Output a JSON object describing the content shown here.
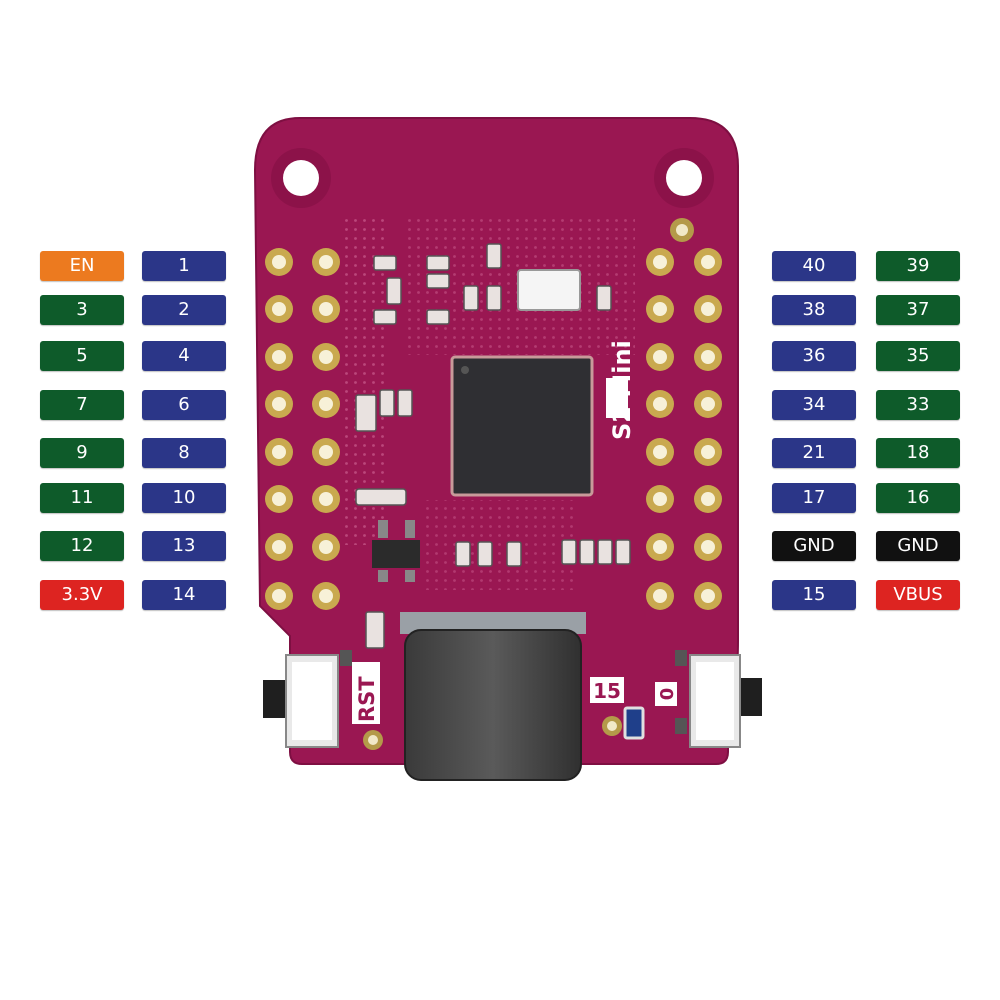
{
  "board": {
    "model_label": "S2 Mini",
    "button_left_label": "RST",
    "button_right_label": "0",
    "led_label": "15",
    "pcb_color": "#9a1752",
    "pcb_edge_color": "#7e0f42"
  },
  "colors": {
    "blue": "#2b3688",
    "green": "#0e5b2a",
    "orange": "#ec7a1f",
    "red": "#dd2421",
    "black": "#111111"
  },
  "pin_rows": [
    {
      "left_outer": {
        "text": "EN",
        "color": "orange"
      },
      "left_inner": {
        "text": "1",
        "color": "blue"
      },
      "right_inner": {
        "text": "40",
        "color": "blue"
      },
      "right_outer": {
        "text": "39",
        "color": "green"
      }
    },
    {
      "left_outer": {
        "text": "3",
        "color": "green"
      },
      "left_inner": {
        "text": "2",
        "color": "blue"
      },
      "right_inner": {
        "text": "38",
        "color": "blue"
      },
      "right_outer": {
        "text": "37",
        "color": "green"
      }
    },
    {
      "left_outer": {
        "text": "5",
        "color": "green"
      },
      "left_inner": {
        "text": "4",
        "color": "blue"
      },
      "right_inner": {
        "text": "36",
        "color": "blue"
      },
      "right_outer": {
        "text": "35",
        "color": "green"
      }
    },
    {
      "left_outer": {
        "text": "7",
        "color": "green"
      },
      "left_inner": {
        "text": "6",
        "color": "blue"
      },
      "right_inner": {
        "text": "34",
        "color": "blue"
      },
      "right_outer": {
        "text": "33",
        "color": "green"
      }
    },
    {
      "left_outer": {
        "text": "9",
        "color": "green"
      },
      "left_inner": {
        "text": "8",
        "color": "blue"
      },
      "right_inner": {
        "text": "21",
        "color": "blue"
      },
      "right_outer": {
        "text": "18",
        "color": "green"
      }
    },
    {
      "left_outer": {
        "text": "11",
        "color": "green"
      },
      "left_inner": {
        "text": "10",
        "color": "blue"
      },
      "right_inner": {
        "text": "17",
        "color": "blue"
      },
      "right_outer": {
        "text": "16",
        "color": "green"
      }
    },
    {
      "left_outer": {
        "text": "12",
        "color": "green"
      },
      "left_inner": {
        "text": "13",
        "color": "blue"
      },
      "right_inner": {
        "text": "GND",
        "color": "black"
      },
      "right_outer": {
        "text": "GND",
        "color": "black"
      }
    },
    {
      "left_outer": {
        "text": "3.3V",
        "color": "red"
      },
      "left_inner": {
        "text": "14",
        "color": "blue"
      },
      "right_inner": {
        "text": "15",
        "color": "blue"
      },
      "right_outer": {
        "text": "VBUS",
        "color": "red"
      }
    }
  ]
}
